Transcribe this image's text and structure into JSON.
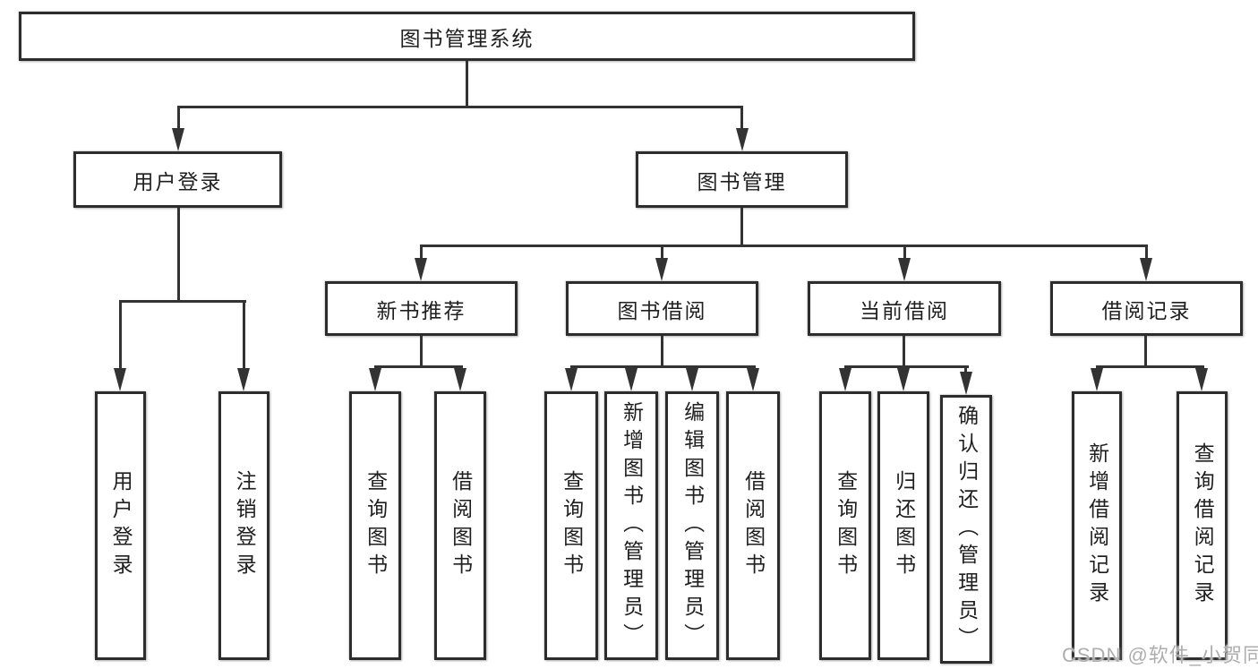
{
  "root": {
    "label": "图书管理系统"
  },
  "user_login": {
    "label": "用户登录",
    "children": [
      {
        "label": "用户登录"
      },
      {
        "label": "注销登录"
      }
    ]
  },
  "book_management": {
    "label": "图书管理"
  },
  "new_book_rec": {
    "label": "新书推荐",
    "children": [
      {
        "label": "查询图书"
      },
      {
        "label": "借阅图书"
      }
    ]
  },
  "book_borrowing": {
    "label": "图书借阅",
    "children": [
      {
        "label": "查询图书"
      },
      {
        "label": "新增图书（管理员）"
      },
      {
        "label": "编辑图书（管理员）"
      },
      {
        "label": "借阅图书"
      }
    ]
  },
  "current_borrowing": {
    "label": "当前借阅",
    "children": [
      {
        "label": "查询图书"
      },
      {
        "label": "归还图书"
      },
      {
        "label": "确认归还（管理员）"
      }
    ]
  },
  "borrowing_records": {
    "label": "借阅记录",
    "children": [
      {
        "label": "新增借阅记录"
      },
      {
        "label": "查询借阅记录"
      }
    ]
  },
  "watermark": {
    "text": "CSDN @软件_小贺同学"
  },
  "colors": {
    "line": "#333333",
    "border": "#2d2d2d",
    "text": "#1f1f1f",
    "watermark": "#aeaeae",
    "background": "#ffffff"
  }
}
